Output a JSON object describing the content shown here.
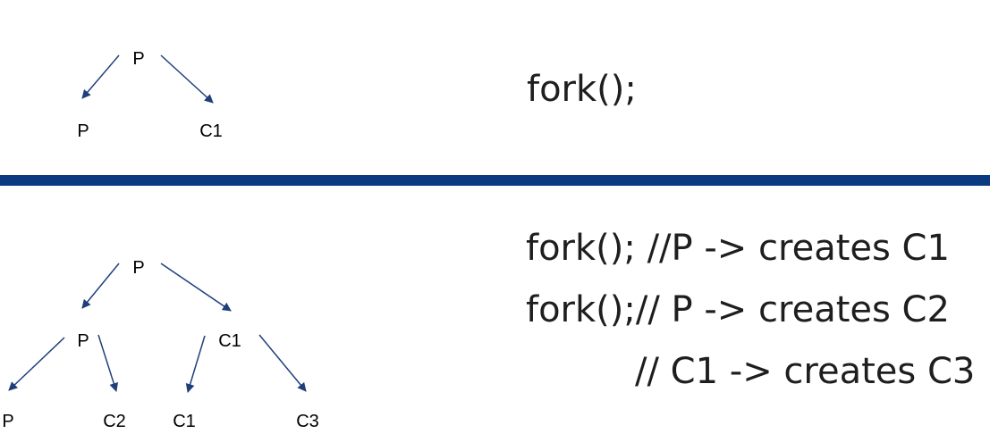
{
  "colors": {
    "arrow": "#1f3f7a",
    "divider": "#0b3a80",
    "text": "#1e1e1e"
  },
  "top": {
    "root_label": "P",
    "left_child_label": "P",
    "right_child_label": "C1",
    "code_line": "fork();"
  },
  "bottom": {
    "root_label": "P",
    "level1_left_label": "P",
    "level1_right_label": "C1",
    "level2": [
      "P",
      "C2",
      "C1",
      "C3"
    ],
    "code_lines": [
      "fork(); //P -> creates C1",
      "fork();// P -> creates C2",
      "// C1 -> creates C3"
    ]
  }
}
